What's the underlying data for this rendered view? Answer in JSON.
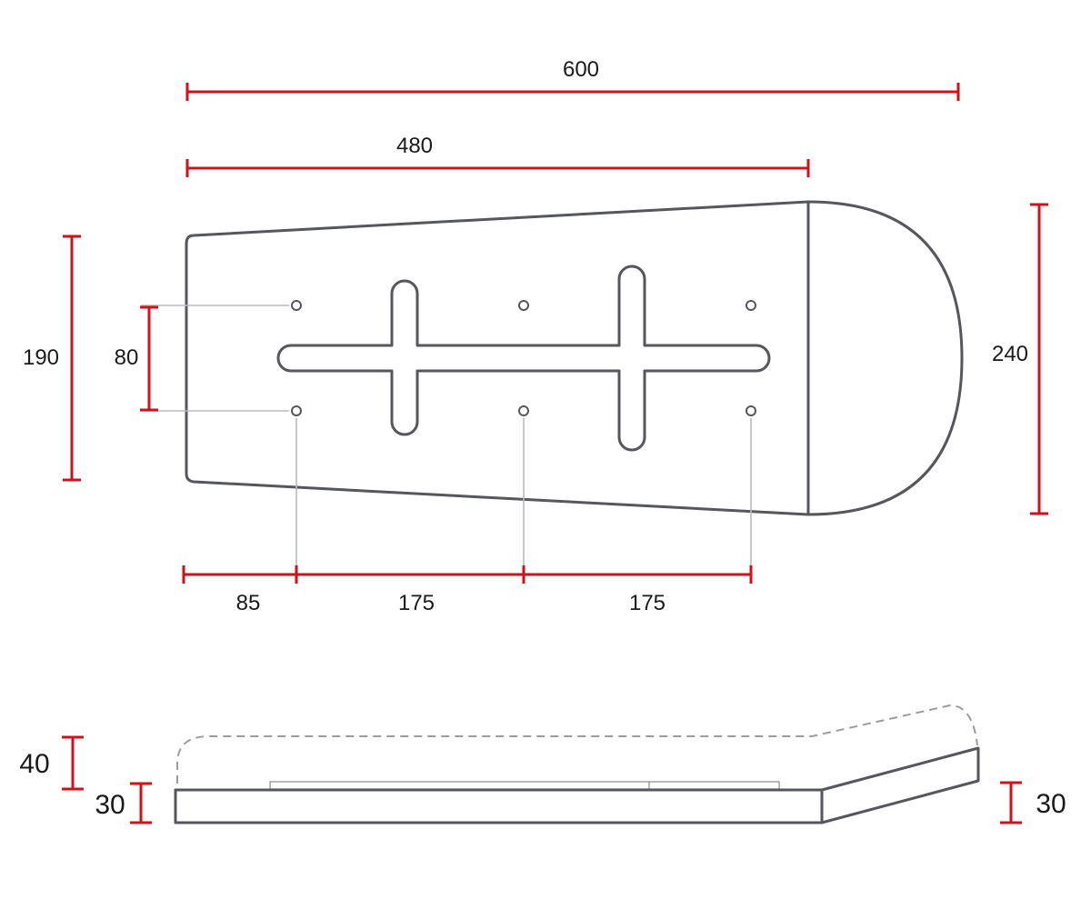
{
  "colors": {
    "dimension_line": "#d0111b",
    "outline": "#55575c",
    "extension_line": "#b9bbbe",
    "text": "#1a1a1a"
  },
  "top_view": {
    "labels": {
      "total_length": "600",
      "body_length": "480",
      "width_narrow_end": "190",
      "hole_spacing": "80",
      "width_round_end": "240",
      "first_hole_offset": "85",
      "hole_pitch_1": "175",
      "hole_pitch_2": "175"
    }
  },
  "side_view": {
    "labels": {
      "dashed_height": "40",
      "thickness_left": "30",
      "thickness_right": "30"
    }
  }
}
